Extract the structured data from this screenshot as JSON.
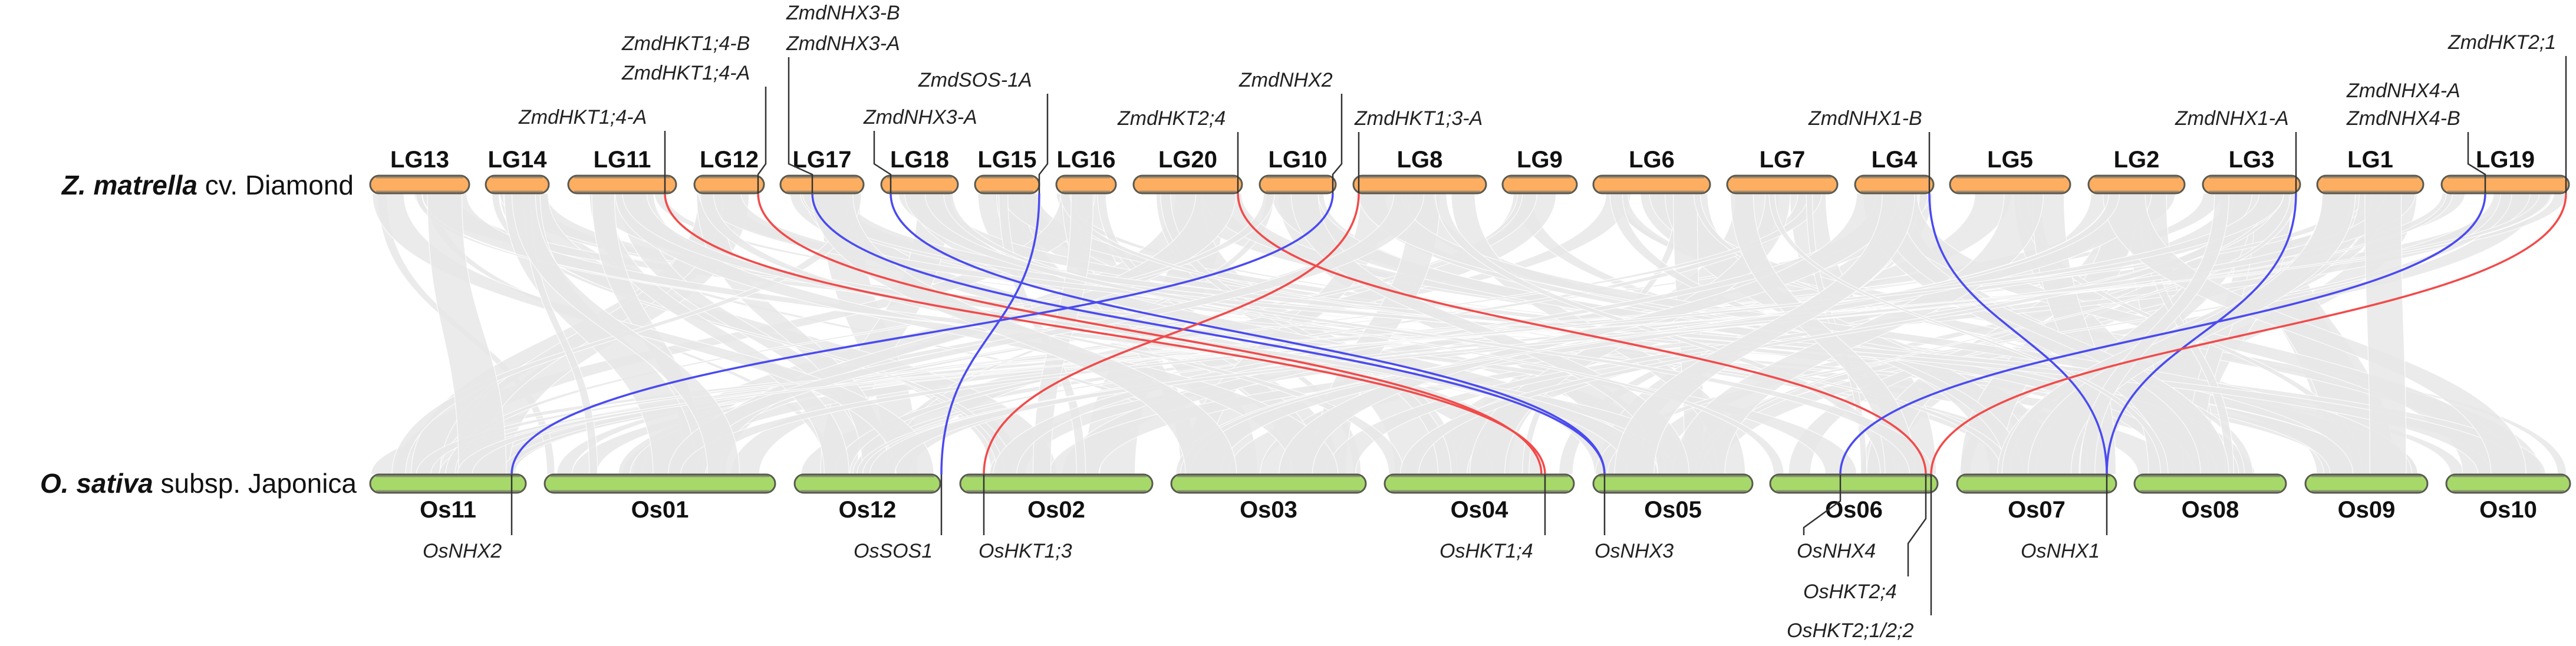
{
  "species": {
    "top": {
      "genus": "Z. matrella",
      "rest": " cv. Diamond"
    },
    "bottom": {
      "genus": "O. sativa",
      "rest": " subsp. Japonica"
    }
  },
  "top_chromosomes": [
    "LG13",
    "LG14",
    "LG11",
    "LG12",
    "LG17",
    "LG18",
    "LG15",
    "LG16",
    "LG20",
    "LG10",
    "LG8",
    "LG9",
    "LG6",
    "LG7",
    "LG4",
    "LG5",
    "LG2",
    "LG3",
    "LG1",
    "LG19"
  ],
  "bottom_chromosomes": [
    "Os11",
    "Os01",
    "Os12",
    "Os02",
    "Os03",
    "Os04",
    "Os05",
    "Os06",
    "Os07",
    "Os08",
    "Os09",
    "Os10"
  ],
  "top_genes": [
    {
      "labels": [
        "ZmdHKT1;4-A"
      ],
      "chromosome": "LG11",
      "target": "OsHKT1;4",
      "family": "HKT"
    },
    {
      "labels": [
        "ZmdHKT1;4-B",
        "ZmdHKT1;4-A"
      ],
      "chromosome": "LG12",
      "target": "OsHKT1;4",
      "family": "HKT"
    },
    {
      "labels": [
        "ZmdNHX3-B",
        "ZmdNHX3-A"
      ],
      "chromosome": "LG17",
      "target": "OsNHX3",
      "family": "NHX"
    },
    {
      "labels": [
        "ZmdNHX3-A"
      ],
      "chromosome": "LG18",
      "target": "OsNHX3",
      "family": "NHX"
    },
    {
      "labels": [
        "ZmdSOS-1A"
      ],
      "chromosome": "LG15",
      "target": "OsSOS1",
      "family": "SOS"
    },
    {
      "labels": [
        "ZmdHKT2;4"
      ],
      "chromosome": "LG20",
      "target": "OsHKT2;4",
      "family": "HKT"
    },
    {
      "labels": [
        "ZmdNHX2"
      ],
      "chromosome": "LG10",
      "target": "OsNHX2",
      "family": "NHX"
    },
    {
      "labels": [
        "ZmdHKT1;3-A"
      ],
      "chromosome": "LG8",
      "target": "OsHKT1;3",
      "family": "HKT"
    },
    {
      "labels": [
        "ZmdNHX1-B"
      ],
      "chromosome": "LG4",
      "target": "OsNHX1",
      "family": "NHX"
    },
    {
      "labels": [
        "ZmdNHX1-A"
      ],
      "chromosome": "LG3",
      "target": "OsNHX1",
      "family": "NHX"
    },
    {
      "labels": [
        "ZmdNHX4-A",
        "ZmdNHX4-B"
      ],
      "chromosome": "LG19",
      "target": "OsNHX4",
      "family": "NHX"
    },
    {
      "labels": [
        "ZmdHKT2;1"
      ],
      "chromosome": "LG19",
      "target": "OsHKT2;1/2;2",
      "family": "HKT"
    }
  ],
  "bottom_genes": [
    {
      "label": "OsNHX2",
      "chromosome": "Os11"
    },
    {
      "label": "OsSOS1",
      "chromosome": "Os12"
    },
    {
      "label": "OsHKT1;3",
      "chromosome": "Os02"
    },
    {
      "label": "OsHKT1;4",
      "chromosome": "Os04"
    },
    {
      "label": "OsNHX3",
      "chromosome": "Os05"
    },
    {
      "label": "OsNHX4",
      "chromosome": "Os06"
    },
    {
      "label": "OsHKT2;4",
      "chromosome": "Os06"
    },
    {
      "label": "OsHKT2;1/2;2",
      "chromosome": "Os06"
    },
    {
      "label": "OsNHX1",
      "chromosome": "Os07"
    }
  ],
  "colors": {
    "top_chromosome": "#FDAE61",
    "bottom_chromosome": "#A6D96A",
    "chromosome_outline": "#5a5a50",
    "synteny_background": "#e8e8e8",
    "HKT": "#F24A4A",
    "NHX": "#4A4AF2",
    "SOS": "#4A4AF2"
  }
}
